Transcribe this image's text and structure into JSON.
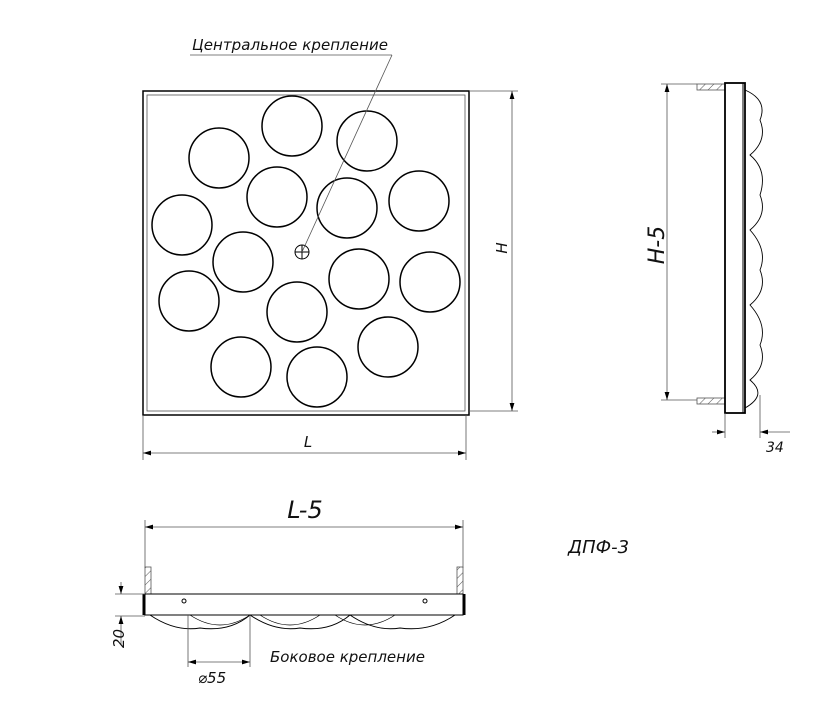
{
  "labels": {
    "central_mount": "Центральное крепление",
    "side_mount": "Боковое крепление",
    "model": "ДПФ-3"
  },
  "dimensions": {
    "height": "H",
    "length": "L",
    "side_height": "H-5",
    "bottom_length": "L-5",
    "depth": "34",
    "frame_height": "20",
    "nozzle_diameter": "⌀55"
  }
}
